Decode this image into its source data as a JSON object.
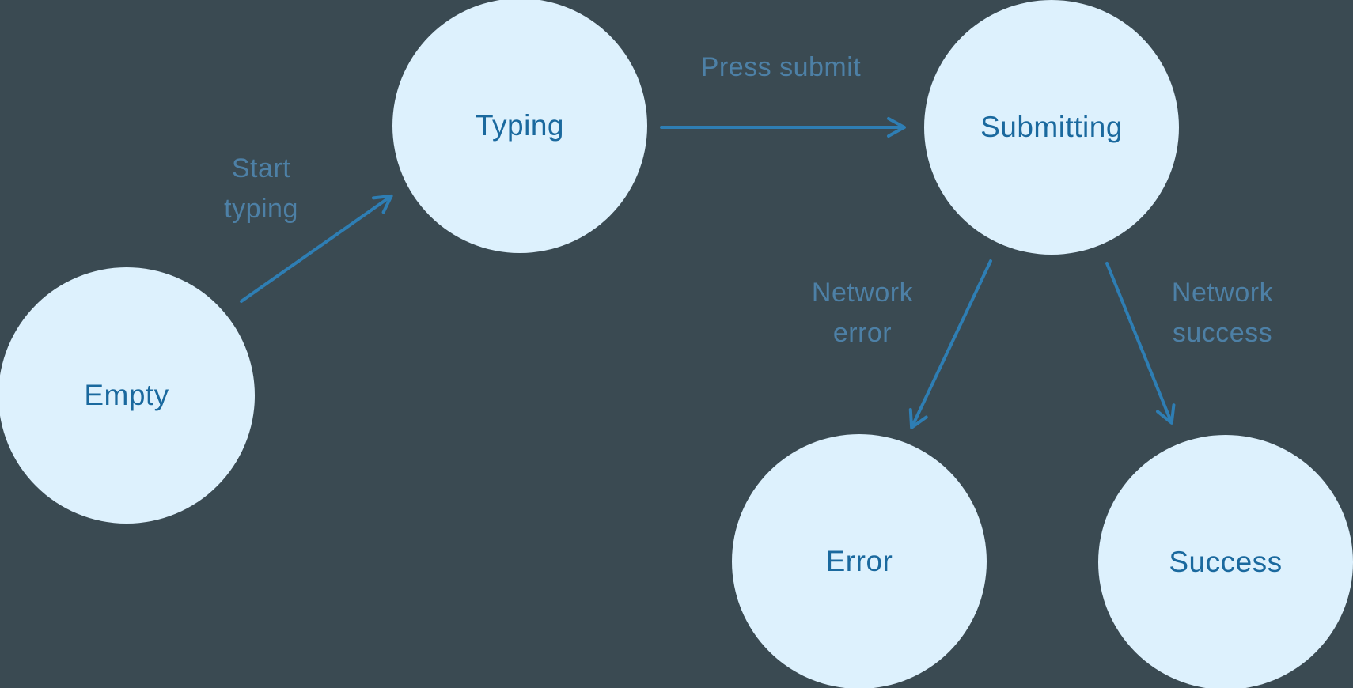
{
  "diagram": {
    "states": [
      {
        "id": "empty",
        "label": "Empty"
      },
      {
        "id": "typing",
        "label": "Typing"
      },
      {
        "id": "submitting",
        "label": "Submitting"
      },
      {
        "id": "error",
        "label": "Error"
      },
      {
        "id": "success",
        "label": "Success"
      }
    ],
    "transitions": [
      {
        "from": "empty",
        "to": "typing",
        "label": "Start typing"
      },
      {
        "from": "typing",
        "to": "submitting",
        "label": "Press submit"
      },
      {
        "from": "submitting",
        "to": "error",
        "label": "Network error"
      },
      {
        "from": "submitting",
        "to": "success",
        "label": "Network success"
      }
    ],
    "colors": {
      "background": "#3a4a52",
      "node_fill": "#ddf1fd",
      "node_text": "#1a699e",
      "arrow": "#2e7eb4",
      "edge_label_text": "#4d80a6"
    }
  }
}
